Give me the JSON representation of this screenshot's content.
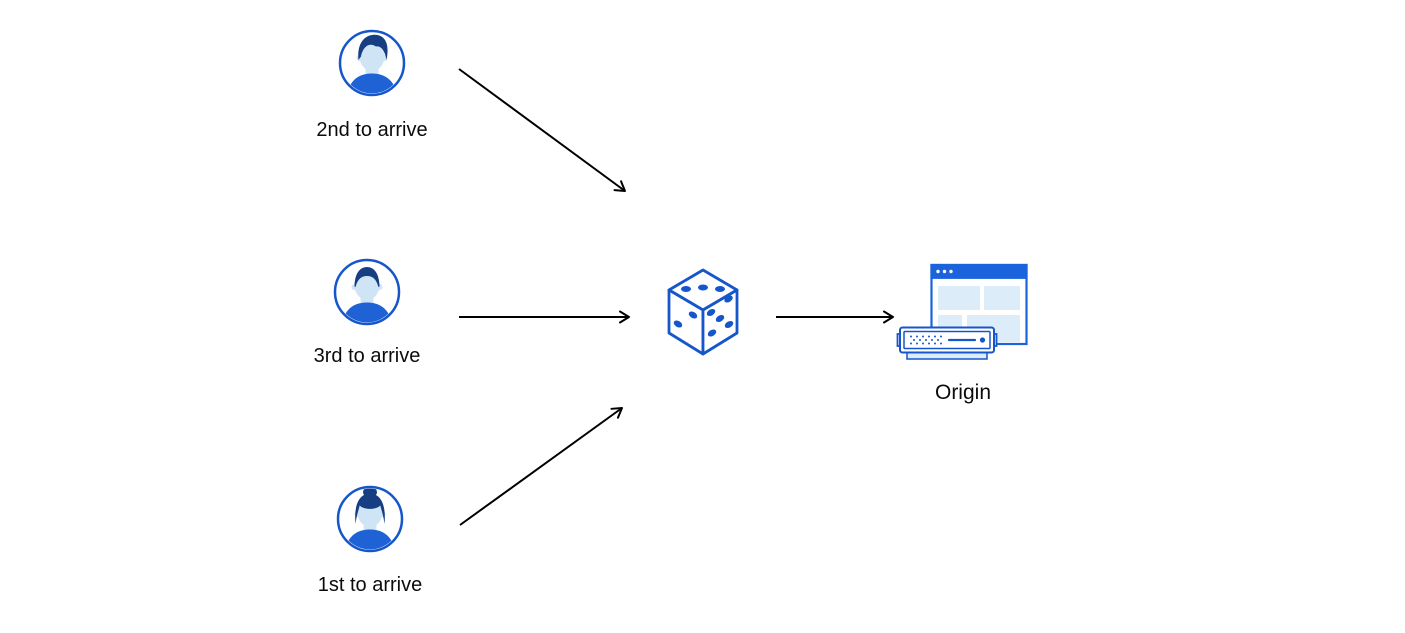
{
  "diagram": {
    "title": "request-ordering-randomization-diagram",
    "nodes": {
      "user_second": {
        "label": "2nd to arrive",
        "icon": "male-user-avatar-icon"
      },
      "user_third": {
        "label": "3rd to arrive",
        "icon": "male-user-avatar-icon"
      },
      "user_first": {
        "label": "1st to arrive",
        "icon": "female-user-avatar-icon"
      },
      "randomizer": {
        "icon": "dice-icon",
        "pips": {
          "top_face": 3,
          "left_face": 2,
          "right_face": 5
        }
      },
      "origin": {
        "label": "Origin",
        "icon": "origin-server-browser-icon"
      }
    },
    "edges": [
      {
        "from": "user_second",
        "to": "randomizer"
      },
      {
        "from": "user_third",
        "to": "randomizer"
      },
      {
        "from": "user_first",
        "to": "randomizer"
      },
      {
        "from": "randomizer",
        "to": "origin"
      }
    ]
  },
  "colors": {
    "bg": "#ffffff",
    "text": "#0b0b0b",
    "arrow": "#000000",
    "stroke": "#1656cb",
    "uiblue": "#1a63dc",
    "shirt": "#1e62d6",
    "hair": "#173e82",
    "face": "#cfe5f6",
    "lightblue": "#ddecf9"
  }
}
